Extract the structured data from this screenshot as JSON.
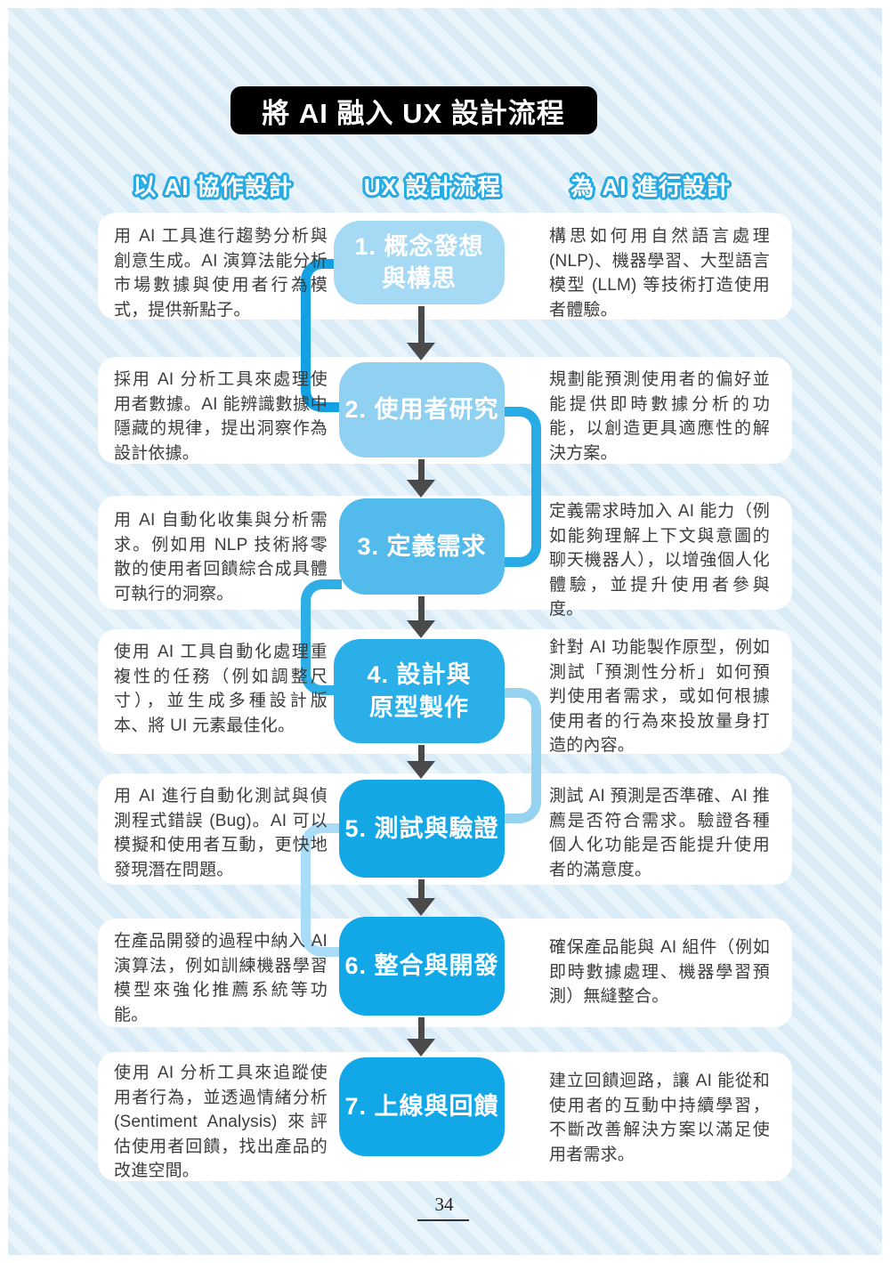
{
  "title": "將 AI 融入 UX 設計流程",
  "column_headers": {
    "left": "以 AI 協作設計",
    "middle": "UX 設計流程",
    "right": "為 AI 進行設計"
  },
  "steps": [
    {
      "label": "1. 概念發想\n與構思",
      "left": "用 AI 工具進行趨勢分析與創意生成。AI 演算法能分析市場數據與使用者行為模式，提供新點子。",
      "right": "構思如何用自然語言處理 (NLP)、機器學習、大型語言模型 (LLM) 等技術打造使用者體驗。"
    },
    {
      "label": "2. 使用者研究",
      "left": "採用 AI 分析工具來處理使用者數據。AI 能辨識數據中隱藏的規律，提出洞察作為設計依據。",
      "right": "規劃能預測使用者的偏好並能提供即時數據分析的功能，以創造更具適應性的解決方案。"
    },
    {
      "label": "3. 定義需求",
      "left": "用 AI 自動化收集與分析需求。例如用 NLP 技術將零散的使用者回饋綜合成具體可執行的洞察。",
      "right": "定義需求時加入 AI 能力（例如能夠理解上下文與意圖的聊天機器人），以增強個人化體驗，並提升使用者參與度。"
    },
    {
      "label": "4. 設計與\n原型製作",
      "left": "使用 AI 工具自動化處理重複性的任務（例如調整尺寸），並生成多種設計版本、將 UI 元素最佳化。",
      "right": "針對 AI 功能製作原型，例如測試「預測性分析」如何預判使用者需求，或如何根據使用者的行為來投放量身打造的內容。"
    },
    {
      "label": "5. 測試與驗證",
      "left": "用 AI 進行自動化測試與偵測程式錯誤 (Bug)。AI 可以模擬和使用者互動，更快地發現潛在問題。",
      "right": "測試 AI 預測是否準確、AI 推薦是否符合需求。驗證各種個人化功能是否能提升使用者的滿意度。"
    },
    {
      "label": "6. 整合與開發",
      "left": "在產品開發的過程中納入 AI 演算法，例如訓練機器學習模型來強化推薦系統等功能。",
      "right": "確保產品能與 AI 組件（例如即時數據處理、機器學習預測）無縫整合。"
    },
    {
      "label": "7. 上線與回饋",
      "left": "使用 AI 分析工具來追蹤使用者行為，並透過情緒分析 (Sentiment Analysis) 來評估使用者回饋，找出產品的改進空間。",
      "right": "建立回饋迴路，讓 AI 能從和使用者的互動中持續學習，不斷改善解決方案以滿足使用者需求。"
    }
  ],
  "colors": {
    "accent_blue": "#29ABE2",
    "title_bg": "#000000",
    "title_text": "#FFFFFF",
    "arrow": "#4A4A4A",
    "band_bg": "#FFFFFF",
    "background_stripe_a": "#D9EBF7",
    "background_stripe_b": "#E9F4FB",
    "step_colors": [
      "#A6D9F4",
      "#90D1F2",
      "#52BBEB",
      "#2BAFE8",
      "#14A7E6",
      "#12A7E6",
      "#12A7E6"
    ],
    "connector_colors": [
      "#14A0E2",
      "#29ACE6",
      "#2EAEE6",
      "#95D3F1",
      "#A9DDF7"
    ]
  },
  "footer": {
    "page_number": "34"
  }
}
